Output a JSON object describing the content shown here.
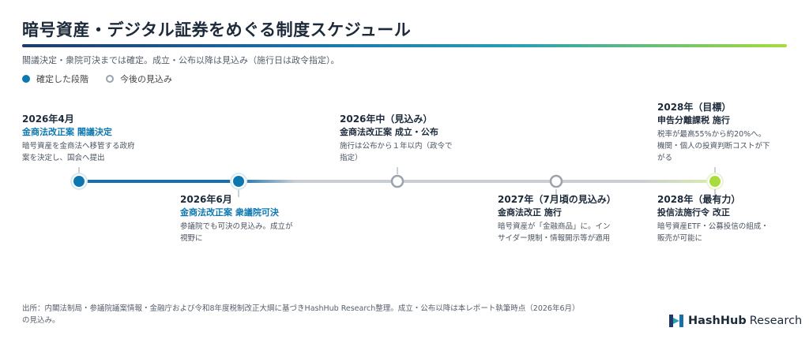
{
  "header": {
    "title": "暗号資産・デジタル証券をめぐる制度スケジュール",
    "subtitle": "閣議決定・衆院可決までは確定。成立・公布以降は見込み（施行日は政令指定）。"
  },
  "legend": {
    "confirmed": "確定した段階",
    "expected": "今後の見込み"
  },
  "colors": {
    "confirmed": "#0d78b0",
    "expected": "#9aa3ad",
    "target": "#a7dc3c",
    "line_done": "#1a6fa8",
    "line_future": "#c9ced5"
  },
  "events": [
    {
      "date": "2026年4月",
      "head": "金商法改正案 閣議決定",
      "desc": [
        "暗号資産を金商法へ移管する政府",
        "案を決定し、国会へ提出"
      ],
      "status": "confirmed",
      "position": "above"
    },
    {
      "date": "2026年6月",
      "head": "金商法改正案 衆議院可決",
      "desc": [
        "参議院でも可決の見込み。成立が",
        "視野に"
      ],
      "status": "confirmed",
      "position": "below"
    },
    {
      "date": "2026年中（見込み）",
      "head": "金商法改正案 成立・公布",
      "desc": [
        "施行は公布から１年以内（政令で",
        "指定）"
      ],
      "status": "expected",
      "position": "above"
    },
    {
      "date": "2027年（7月頃の見込み）",
      "head": "金商法改正 施行",
      "desc": [
        "暗号資産が「金融商品」に。イン",
        "サイダー規制・情報開示等が適用"
      ],
      "status": "expected",
      "position": "below"
    },
    {
      "date": "2028年（目標）",
      "head": "申告分離課税 施行",
      "desc": [
        "税率が最高55%から約20%へ。",
        "機関・個人の投資判断コストが下",
        "がる"
      ],
      "status": "target",
      "position": "above"
    },
    {
      "date": "2028年（最有力）",
      "head": "投信法施行令 改正",
      "desc": [
        "暗号資産ETF・公募投信の組成・",
        "販売が可能に"
      ],
      "status": "target",
      "position": "below"
    }
  ],
  "footer": {
    "line1": "出所：内閣法制局・参議院議案情報・金融庁および令和8年度税制改正大綱に基づきHashHub Research整理。成立・公布以降は本レポート執筆時点（2026年6月）",
    "line2": "の見込み。"
  },
  "logo": {
    "brand": "HashHub",
    "suffix": "Research",
    "icon": "hashhub-logo-icon"
  }
}
